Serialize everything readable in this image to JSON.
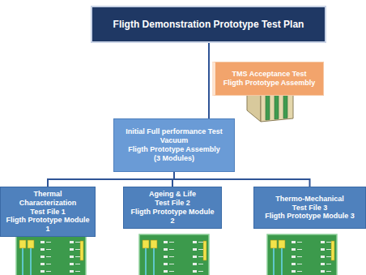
{
  "diagram": {
    "nodes": [
      {
        "text": [
          "Fligth Demonstration Prototype Test Plan"
        ]
      },
      {
        "text": [
          "TMS Acceptance Test",
          "Fligth Prototype Assembly"
        ]
      },
      {
        "text": [
          "Initial Full performance Test",
          "Vacuum",
          "Fligth Prototype Assembly",
          "(3 Modules)"
        ]
      },
      {
        "text": [
          "Thermal Characterization",
          "Test File 1",
          "Fligth Prototype Module 1"
        ]
      },
      {
        "text": [
          "Ageing & Life",
          "Test File 2",
          "Fligth Prototype Module 2"
        ]
      },
      {
        "text": [
          "Thermo-Mechanical",
          "Test File 3",
          "Fligth Prototype Module 3"
        ]
      }
    ],
    "edges": [
      {
        "from": 0,
        "to": 2,
        "arrow": "none"
      },
      {
        "from": 2,
        "to": 3,
        "arrow": "none"
      },
      {
        "from": 2,
        "to": 4,
        "arrow": "none"
      },
      {
        "from": 2,
        "to": 5,
        "arrow": "none"
      }
    ]
  }
}
